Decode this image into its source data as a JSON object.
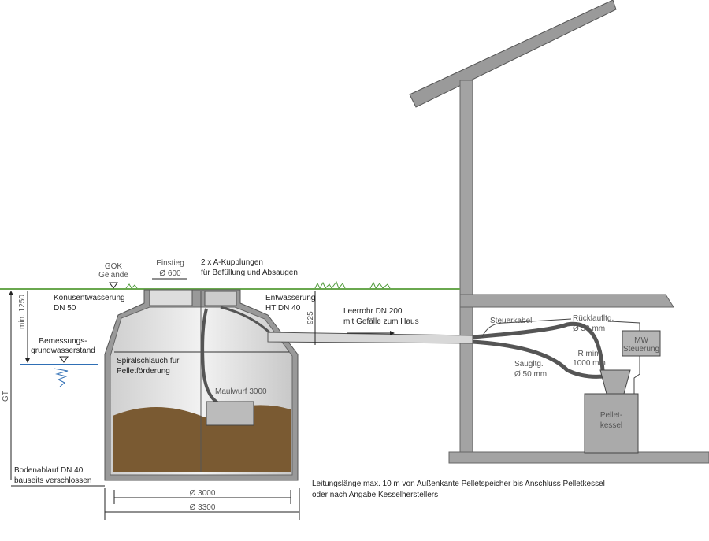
{
  "labels": {
    "gok_1": "GOK",
    "gok_2": "Gelände",
    "einstieg_1": "Einstieg",
    "einstieg_2": "Ø 600",
    "kupplungen_1": "2 x A-Kupplungen",
    "kupplungen_2": "für Befüllung und Absaugen",
    "konus_1": "Konusentwässerung",
    "konus_2": "DN 50",
    "entw_1": "Entwässerung",
    "entw_2": "HT DN 40",
    "dim_925": "925",
    "dim_min1250": "min. 1250",
    "grundwasser_1": "Bemessungs-",
    "grundwasser_2": "grundwasserstand",
    "leerrohr_1": "Leerrohr DN 200",
    "leerrohr_2": "mit Gefälle zum Haus",
    "spiral_1": "Spiralschlauch für",
    "spiral_2": "Pelletförderung",
    "maulwurf": "Maulwurf 3000",
    "gt": "GT",
    "boden_1": "Bodenablauf DN 40",
    "boden_2": "bauseits verschlossen",
    "steuerkabel": "Steuerkabel",
    "ruecklauf_1": "Rücklaufltg.",
    "ruecklauf_2": "Ø 50 mm",
    "mw_1": "MW",
    "mw_2": "Steuerung",
    "rmin_1": "R min.",
    "rmin_2": "1000 mm",
    "saug_1": "Saugltg.",
    "saug_2": "Ø 50 mm",
    "kessel_1": "Pellet-",
    "kessel_2": "kessel",
    "leitung_1": "Leitungslänge max. 10 m von Außenkante Pelletspeicher bis Anschluss Pelletkessel",
    "leitung_2": "oder nach Angabe Kesselherstellers",
    "d3000": "Ø 3000",
    "d3300": "Ø 3300"
  },
  "colors": {
    "ground": "#6aa84f",
    "water": "#2f6fb5",
    "pellets": "#7a5a32",
    "structure": "#8c8c8c"
  }
}
